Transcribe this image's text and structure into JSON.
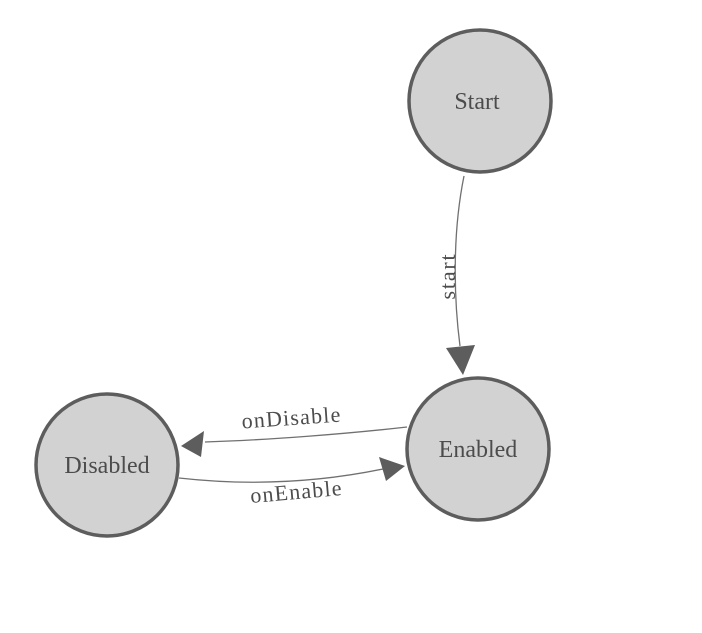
{
  "diagram": {
    "nodes": [
      {
        "id": "start",
        "label": "Start"
      },
      {
        "id": "enabled",
        "label": "Enabled"
      },
      {
        "id": "disabled",
        "label": "Disabled"
      }
    ],
    "edges": [
      {
        "from": "start",
        "to": "enabled",
        "label": "start"
      },
      {
        "from": "enabled",
        "to": "disabled",
        "label": "onDisable"
      },
      {
        "from": "disabled",
        "to": "enabled",
        "label": "onEnable"
      }
    ],
    "colors": {
      "background": "#ffffff",
      "node_fill": "#d2d2d2",
      "node_stroke": "#5d5d5d",
      "edge_line": "#707070",
      "arrowhead": "#5d5d5d",
      "label_text": "#4c4c4c"
    }
  }
}
